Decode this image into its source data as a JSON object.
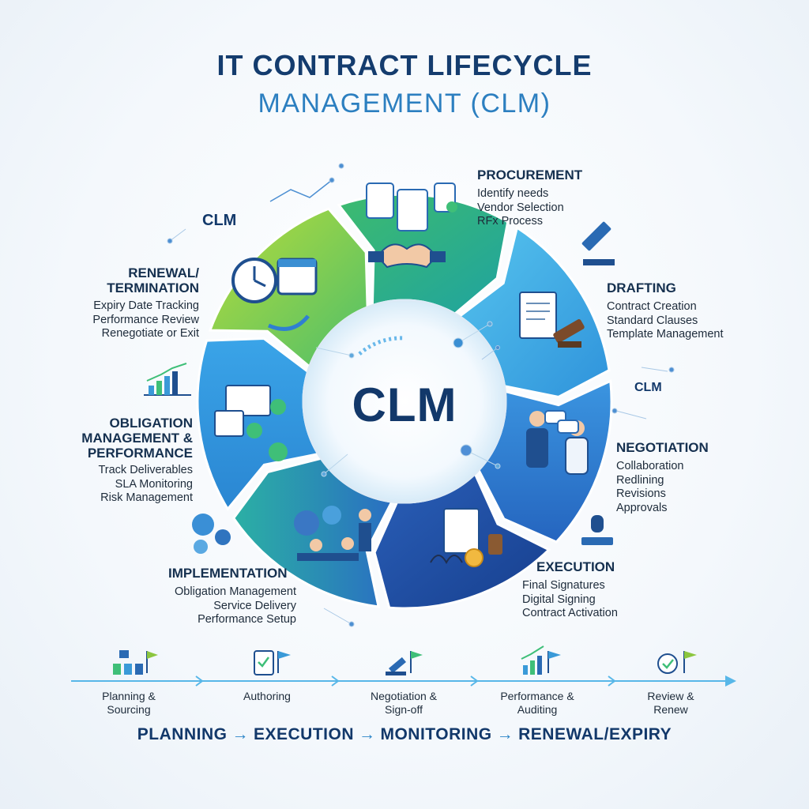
{
  "title": {
    "line1": "IT CONTRACT LIFECYCLE",
    "line2": "MANAGEMENT (CLM)"
  },
  "center": {
    "label": "CLM"
  },
  "badges": {
    "top_left": "CLM",
    "right": "CLM"
  },
  "stages": [
    {
      "title": "PROCUREMENT",
      "items": [
        "Identify needs",
        "Vendor Selection",
        "RFx Process"
      ]
    },
    {
      "title": "DRAFTING",
      "items": [
        "Contract Creation",
        "Standard Clauses",
        "Template Management"
      ]
    },
    {
      "title": "NEGOTIATION",
      "items": [
        "Collaboration",
        "Redlining",
        "Revisions",
        "Approvals"
      ]
    },
    {
      "title": "EXECUTION",
      "items": [
        "Final Signatures",
        "Digital Signing",
        "Contract Activation"
      ]
    },
    {
      "title": "IMPLEMENTATION",
      "items": [
        "Obligation Management",
        "Service Delivery",
        "Performance Setup"
      ]
    },
    {
      "title_lines": [
        "OBLIGATION",
        "MANAGEMENT &",
        "PERFORMANCE"
      ],
      "items": [
        "Track Deliverables",
        "SLA Monitoring",
        "Risk Management"
      ]
    },
    {
      "title_lines": [
        "RENEWAL/",
        "TERMINATION"
      ],
      "items": [
        "Expiry Date Tracking",
        "Performance Review",
        "Renegotiate or Exit"
      ]
    }
  ],
  "timeline": [
    {
      "line1": "Planning &",
      "line2": "Sourcing",
      "icon": "org-chart-flag-icon"
    },
    {
      "line1": "Authoring",
      "line2": "",
      "icon": "clipboard-flag-icon"
    },
    {
      "line1": "Negotiation &",
      "line2": "Sign-off",
      "icon": "gavel-flag-icon"
    },
    {
      "line1": "Performance &",
      "line2": "Auditing",
      "icon": "chart-flag-icon"
    },
    {
      "line1": "Review &",
      "line2": "Renew",
      "icon": "check-flag-icon"
    }
  ],
  "footer": {
    "p1": "PLANNING",
    "p2": "EXECUTION",
    "p3": "MONITORING",
    "p4": "RENEWAL/EXPIRY",
    "arrow": "→"
  },
  "colors": {
    "title_dark": "#143c6e",
    "title_light": "#2c7fc0",
    "seg_procurement": "#2fae7a",
    "seg_drafting": "#3fa7e3",
    "seg_negotiation": "#2f7fd2",
    "seg_execution": "#1f4fa6",
    "seg_implementation": "#2d7fc8",
    "seg_obligation": "#2f8fd8",
    "seg_renewal": "#8cc63f",
    "timeline": "#58b7e8"
  }
}
